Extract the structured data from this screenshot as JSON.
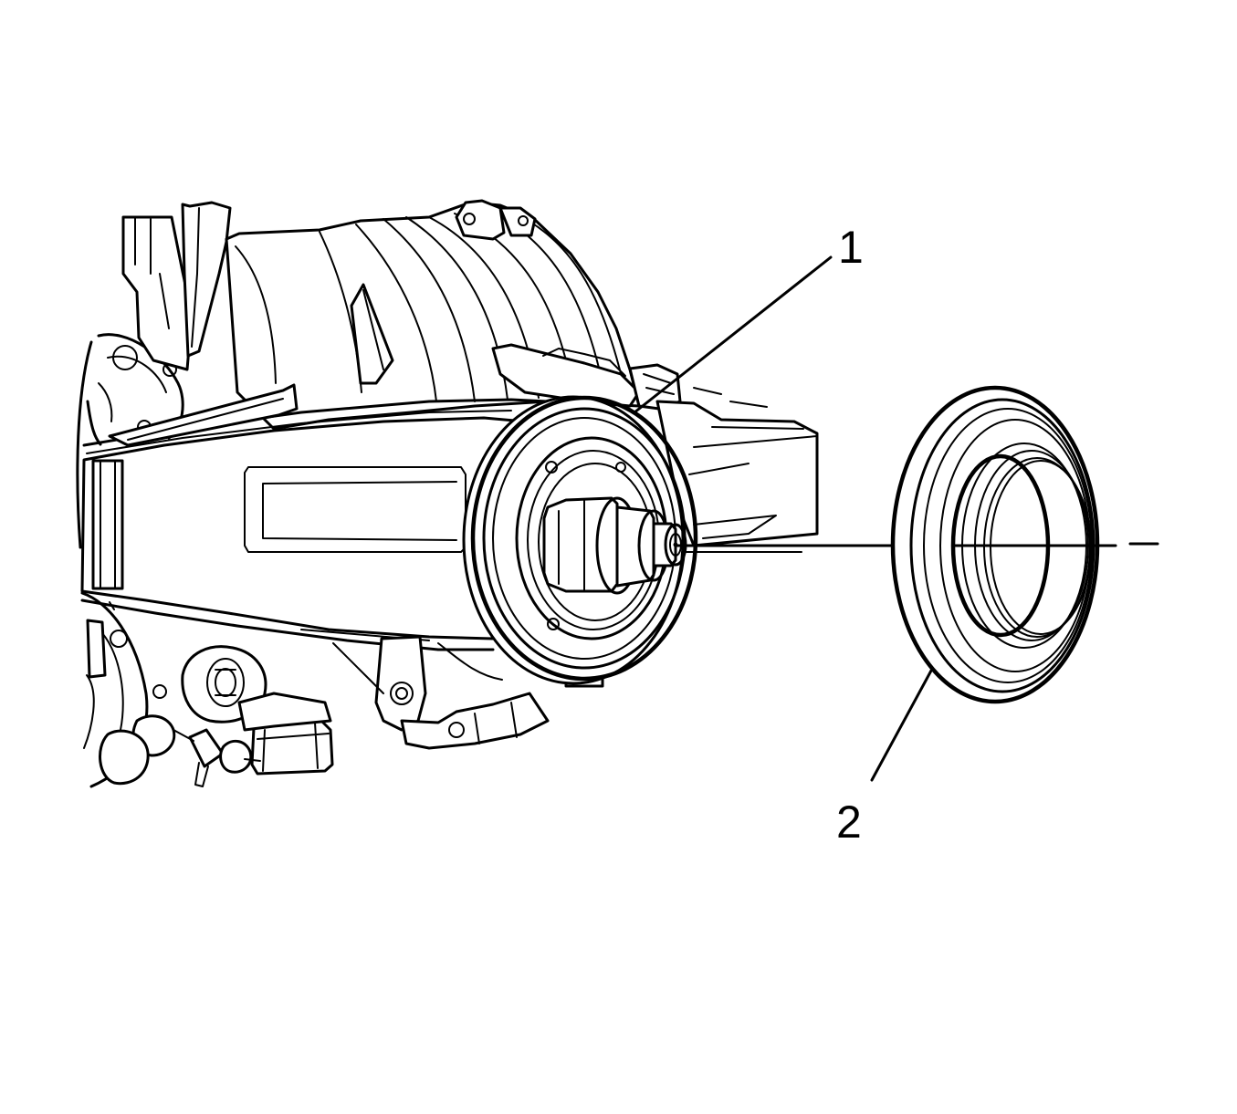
{
  "callouts": [
    {
      "label": "1",
      "target": "differential-pinion-seal-bore"
    },
    {
      "label": "2",
      "target": "pinion-seal"
    }
  ],
  "colors": {
    "line": "#000000",
    "background": "#ffffff"
  }
}
